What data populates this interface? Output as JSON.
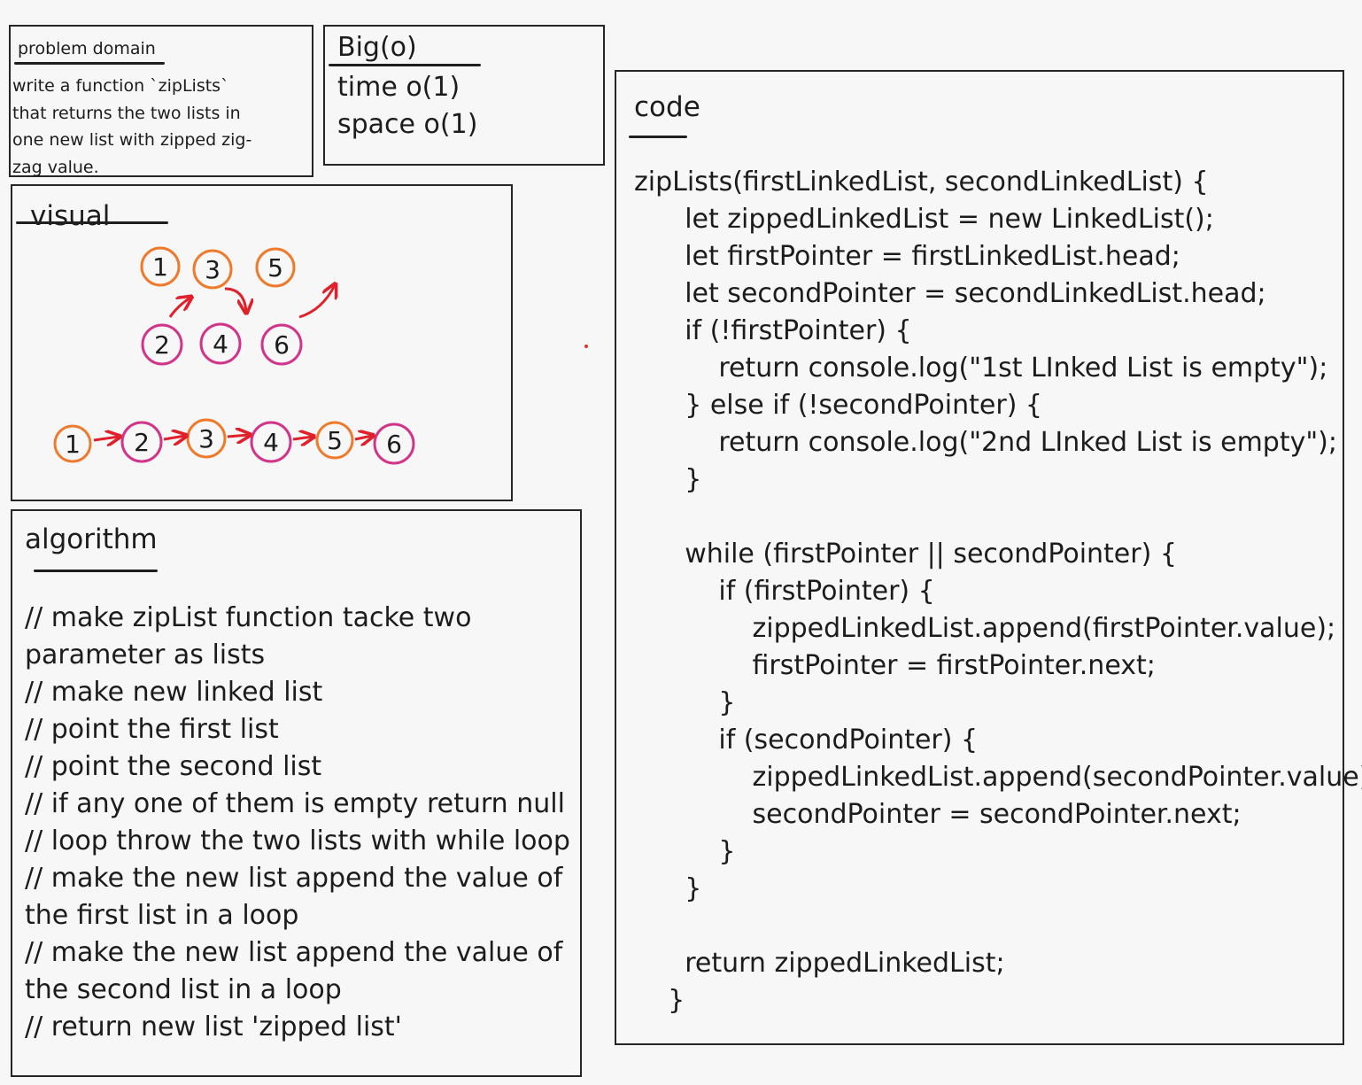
{
  "problem_domain": {
    "title": "problem domain",
    "lines": [
      "write a function `zipLists`",
      "that returns the two lists in",
      "one new list with zipped zig-",
      "zag value."
    ]
  },
  "big_o": {
    "title": "Big(o)",
    "lines": [
      "time o(1)",
      "space o(1)"
    ]
  },
  "visual": {
    "title": "visual",
    "top_row": [
      "1",
      "3",
      "5"
    ],
    "bottom_row": [
      "2",
      "4",
      "6"
    ],
    "zipped": [
      "1",
      "2",
      "3",
      "4",
      "5",
      "6"
    ],
    "colors": {
      "first_list": "#f07a2c",
      "second_list": "#d2348a",
      "arrow": "#e0202a"
    }
  },
  "algorithm": {
    "title": "algorithm",
    "lines": [
      "// make zipList function tacke two",
      "parameter as lists",
      "// make new linked list",
      "// point the first list",
      "// point the second list",
      "// if any one of them is empty return null",
      "// loop throw the two lists with while loop",
      "// make the new list append the value of",
      "the first list in a loop",
      "// make the new list append the value of",
      "the second list in a loop",
      "// return new list 'zipped list'"
    ]
  },
  "code": {
    "title": "code",
    "lines": [
      "zipLists(firstLinkedList, secondLinkedList) {",
      "   let zippedLinkedList = new LinkedList();",
      "   let firstPointer = firstLinkedList.head;",
      "   let secondPointer = secondLinkedList.head;",
      "   if (!firstPointer) {",
      "     return console.log(\"1st LInked List is empty\");",
      "   } else if (!secondPointer) {",
      "     return console.log(\"2nd LInked List is empty\");",
      "   }",
      "",
      "   while (firstPointer || secondPointer) {",
      "     if (firstPointer) {",
      "       zippedLinkedList.append(firstPointer.value);",
      "       firstPointer = firstPointer.next;",
      "     }",
      "     if (secondPointer) {",
      "       zippedLinkedList.append(secondPointer.value);",
      "       secondPointer = secondPointer.next;",
      "     }",
      "   }",
      "",
      "   return zippedLinkedList;",
      "  }"
    ]
  }
}
